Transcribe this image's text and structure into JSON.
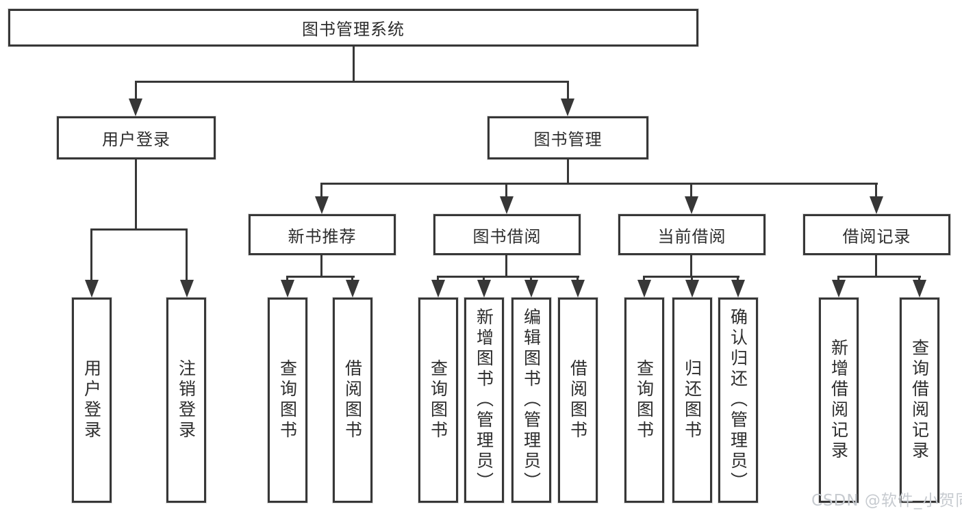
{
  "tree": {
    "root": {
      "label": "图书管理系统"
    },
    "level2": [
      {
        "label": "用户登录"
      },
      {
        "label": "图书管理"
      }
    ],
    "level3": [
      {
        "label": "新书推荐"
      },
      {
        "label": "图书借阅"
      },
      {
        "label": "当前借阅"
      },
      {
        "label": "借阅记录"
      }
    ],
    "leaves": {
      "user_login": [
        "用户登录",
        "注销登录"
      ],
      "new_book_rec": [
        "查询图书",
        "借阅图书"
      ],
      "book_borrow": [
        "查询图书",
        "新增图书（管理员）",
        "编辑图书（管理员）",
        "借阅图书"
      ],
      "current_borrow": [
        "查询图书",
        "归还图书",
        "确认归还（管理员）"
      ],
      "borrow_record": [
        "新增借阅记录",
        "查询借阅记录"
      ]
    }
  },
  "watermark": {
    "text": "CSDN @软件_小贺同学"
  },
  "colors": {
    "line": "#373737",
    "text": "#2d2d2d",
    "background": "#ffffff",
    "watermark": "#c7cbd0"
  }
}
